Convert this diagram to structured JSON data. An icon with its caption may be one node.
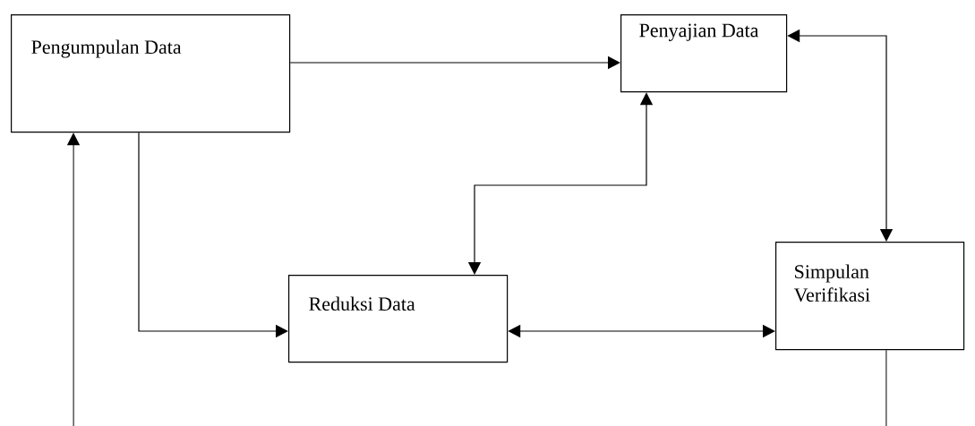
{
  "diagram": {
    "nodes": [
      {
        "text": [
          "Pengumpulan Data"
        ]
      },
      {
        "text": [
          "Penyajian Data"
        ]
      },
      {
        "text": [
          "Reduksi Data"
        ]
      },
      {
        "text": [
          "Simpulan Verifikasi"
        ]
      }
    ],
    "edges": [
      {
        "from": 0,
        "to": 1,
        "arrow": "to"
      },
      {
        "from": 0,
        "to": 2,
        "arrow": "to"
      },
      {
        "from": 1,
        "to": 2,
        "arrow": "both"
      },
      {
        "from": 1,
        "to": 3,
        "arrow": "both"
      },
      {
        "from": 2,
        "to": 3,
        "arrow": "both"
      },
      {
        "from": 3,
        "to": 0,
        "arrow": "to"
      }
    ]
  }
}
